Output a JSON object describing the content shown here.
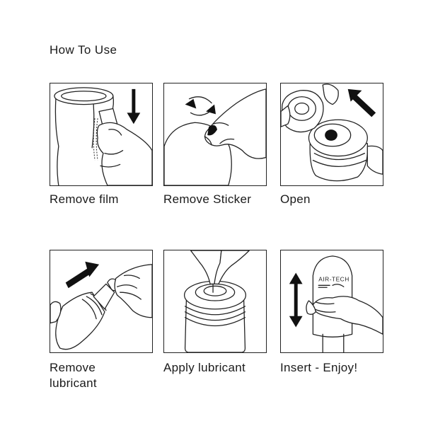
{
  "page": {
    "title": "How To Use"
  },
  "steps": [
    {
      "caption": "Remove film"
    },
    {
      "caption": "Remove Sticker"
    },
    {
      "caption": "Open"
    },
    {
      "caption": "Remove lubricant"
    },
    {
      "caption": "Apply lubricant"
    },
    {
      "caption": "Insert - Enjoy!"
    }
  ],
  "product": {
    "brand": "AIR-TECH"
  },
  "colors": {
    "ink": "#222222",
    "background": "#ffffff"
  }
}
